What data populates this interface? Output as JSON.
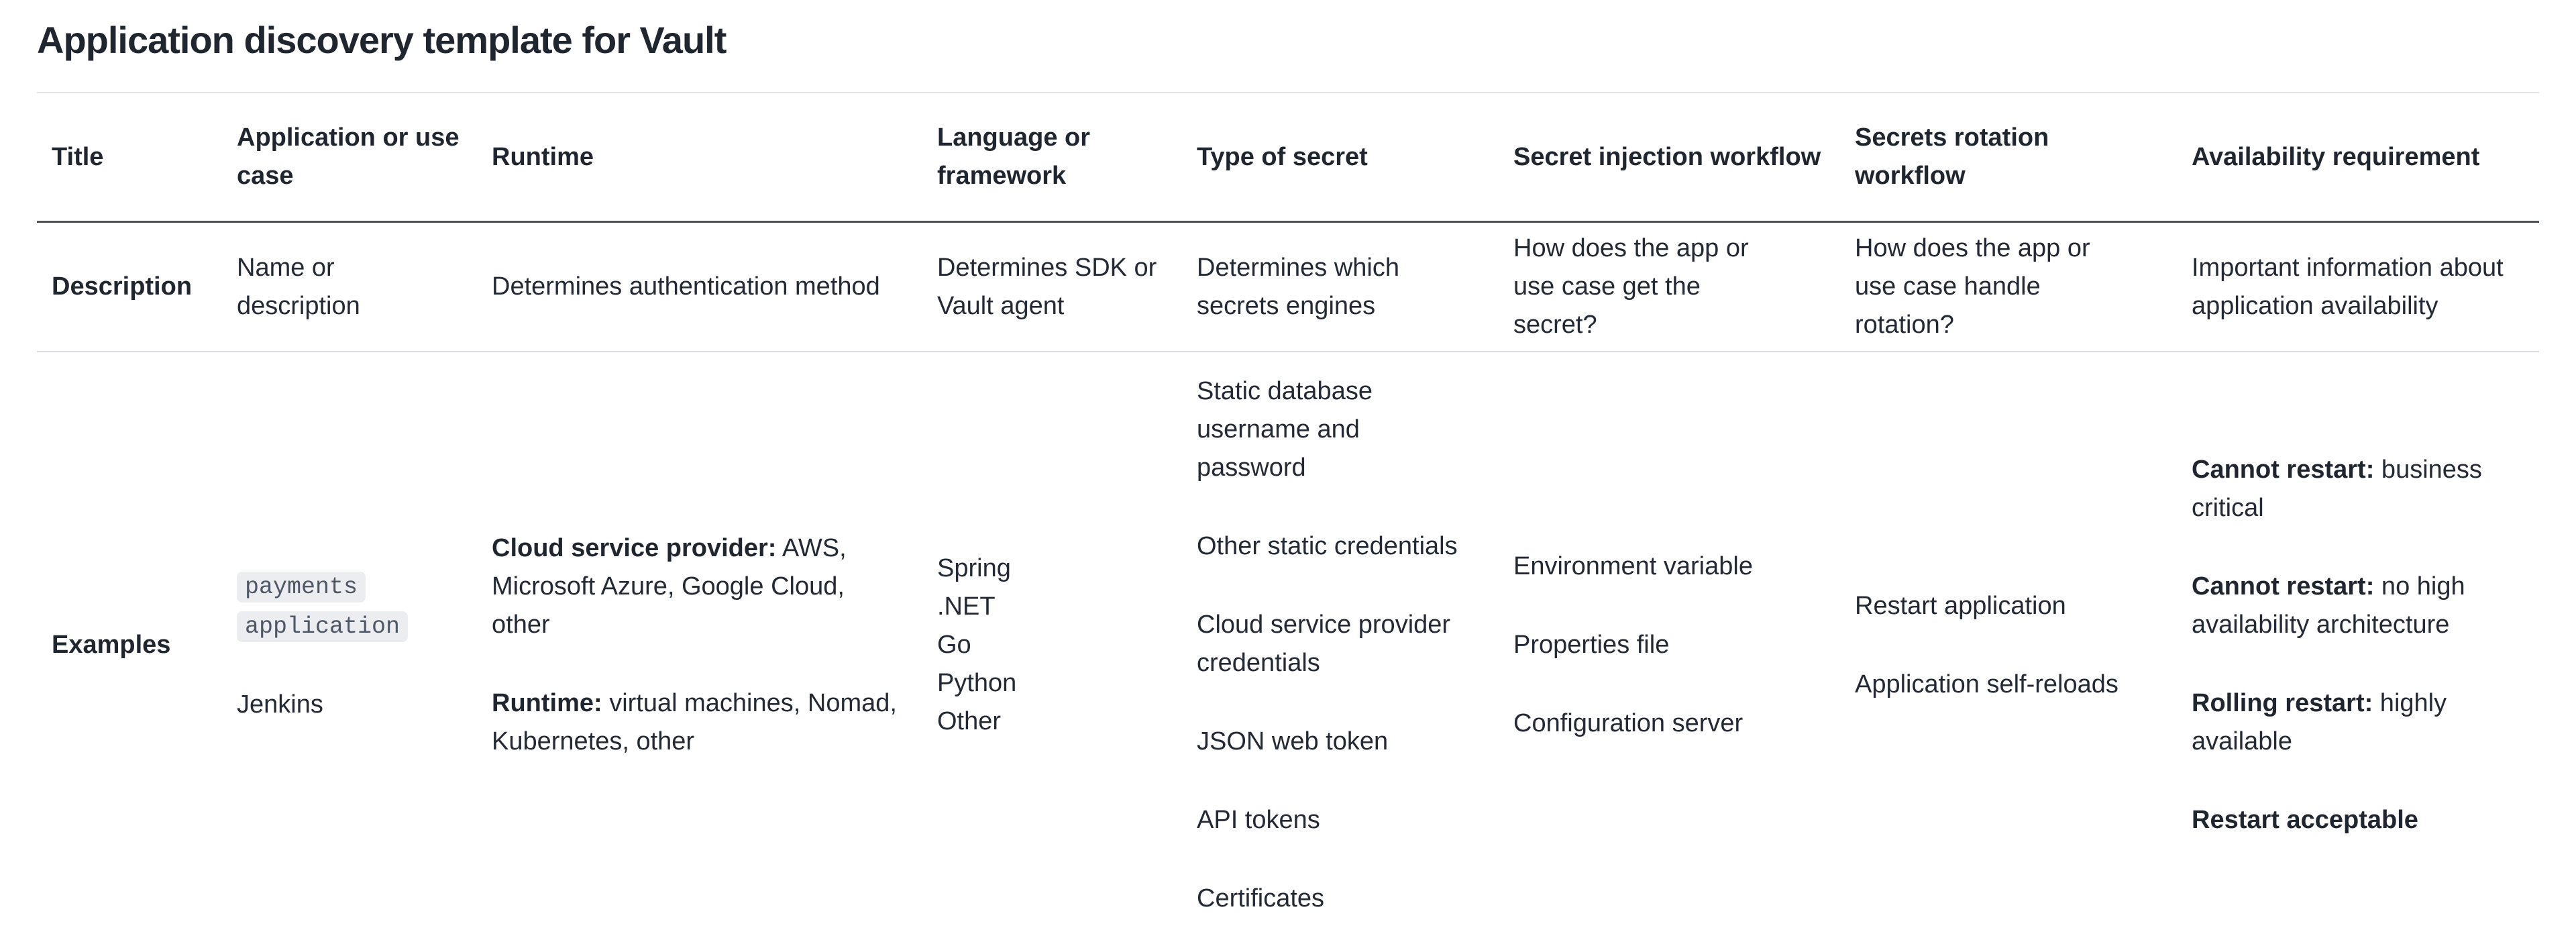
{
  "page": {
    "title": "Application discovery template for Vault"
  },
  "colors": {
    "text": "#232a35",
    "heading": "#1f2630",
    "header_border": "#4a5058",
    "row_border": "#d9dce0",
    "title_rule": "#e3e6e9",
    "code_background": "#ebedf0",
    "code_text": "#4e5765"
  },
  "table": {
    "columns": [
      "Title",
      "Application or use case",
      "Runtime",
      "Language or framework",
      "Type of secret",
      "Secret injection workflow",
      "Secrets rotation workflow",
      "Availability requirement"
    ],
    "description": {
      "row_label": "Description",
      "application_or_use_case": "Name or description",
      "runtime": "Determines authentication method",
      "language_or_framework": "Determines SDK or Vault agent",
      "type_of_secret": "Determines which secrets engines",
      "secret_injection_workflow": "How does the app or use case get the secret?",
      "secrets_rotation_workflow": "How does the app or use case handle rotation?",
      "availability_requirement": "Important information about application availability"
    },
    "examples": {
      "row_label": "Examples",
      "application_or_use_case": {
        "code": "payments application",
        "item": "Jenkins"
      },
      "runtime": [
        {
          "bold": "Cloud service provider:",
          "text": " AWS, Microsoft Azure, Google Cloud, other"
        },
        {
          "bold": "Runtime:",
          "text": " virtual machines, Nomad, Kubernetes, other"
        }
      ],
      "language_or_framework": [
        "Spring",
        ".NET",
        "Go",
        "Python",
        "Other"
      ],
      "type_of_secret": [
        "Static database username and password",
        "Other static credentials",
        "Cloud service provider credentials",
        "JSON web token",
        "API tokens",
        "Certificates"
      ],
      "secret_injection_workflow": [
        "Environment variable",
        "Properties file",
        "Configuration server"
      ],
      "secrets_rotation_workflow": [
        "Restart application",
        "Application self-reloads"
      ],
      "availability_requirement": [
        {
          "bold": "Cannot restart:",
          "text": " business critical"
        },
        {
          "bold": "Cannot restart:",
          "text": " no high availability architecture"
        },
        {
          "bold": "Rolling restart:",
          "text": " highly available"
        },
        {
          "bold": "Restart acceptable",
          "text": ""
        }
      ]
    }
  }
}
